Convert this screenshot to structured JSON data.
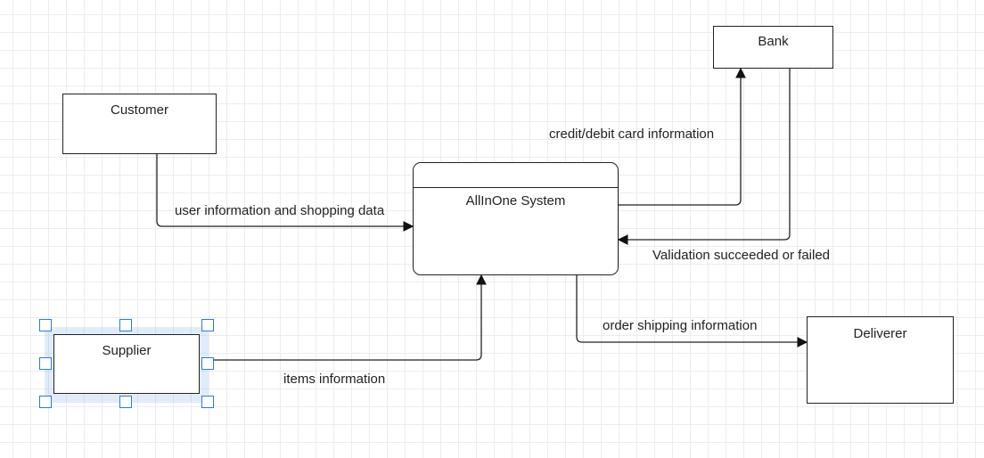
{
  "diagram": {
    "nodes": {
      "customer": {
        "label": "Customer"
      },
      "bank": {
        "label": "Bank"
      },
      "system": {
        "label": "AllInOne System"
      },
      "supplier": {
        "label": "Supplier"
      },
      "deliverer": {
        "label": "Deliverer"
      }
    },
    "edges": {
      "customer_to_system": {
        "label": "user information and shopping data"
      },
      "system_to_bank": {
        "label": "credit/debit card information"
      },
      "bank_to_system": {
        "label": "Validation succeeded or failed"
      },
      "supplier_to_system": {
        "label": "items information"
      },
      "system_to_deliverer": {
        "label": "order shipping information"
      }
    },
    "selected_node": "supplier"
  },
  "colors": {
    "stroke": "#222222",
    "selection": "#2a7ae2",
    "grid": "#ececec"
  }
}
